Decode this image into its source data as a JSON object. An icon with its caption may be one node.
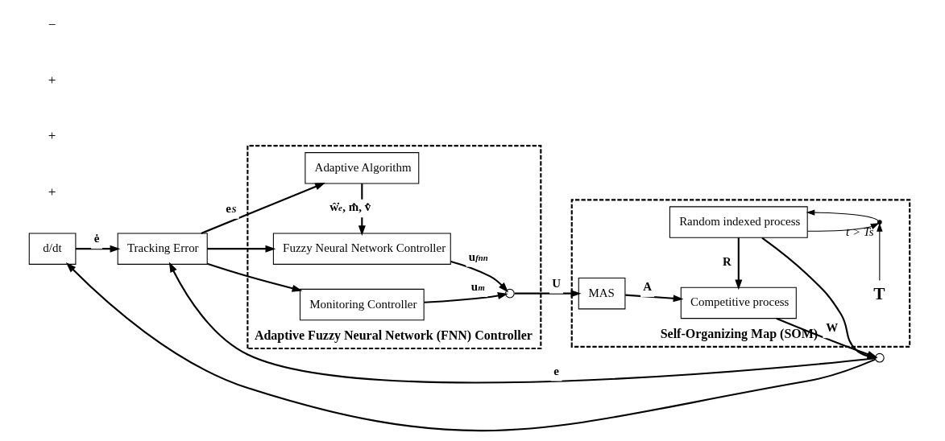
{
  "diagram": {
    "nodes": [
      {
        "text": [
          "Tracking Error"
        ]
      },
      {
        "text": [
          "d/dt"
        ]
      },
      {
        "text": [
          "Adaptive Fuzzy Neural Network (FNN) Controller"
        ]
      },
      {
        "text": [
          "Monitoring Controller"
        ],
        "in": 2
      },
      {
        "text": [],
        "shape": "circle",
        "in": 2
      },
      {
        "text": [
          "Adaptive Algorithm"
        ],
        "in": 2
      },
      {
        "text": [
          "Fuzzy Neural Network Controller"
        ],
        "in": 2
      },
      {
        "text": [
          "Self-Organizing Map (SOM)"
        ]
      },
      {
        "text": [
          "MAS"
        ],
        "in": 7
      },
      {
        "text": [
          "Competitive process"
        ],
        "in": 7
      },
      {
        "text": [],
        "shape": "circle"
      },
      {
        "text": [
          "Random indexed process"
        ],
        "in": 7
      },
      {
        "text": [],
        "shape": "switch",
        "in": 7,
        "beside": [
          "t > Ts"
        ]
      },
      {
        "text": [
          "T"
        ],
        "in": 7
      }
    ],
    "edges": [
      {
        "from": 0,
        "to": 3,
        "arrow": "to"
      },
      {
        "from": 0,
        "to": 5,
        "arrow": "to",
        "label": "e$_{S}$"
      },
      {
        "from": 0,
        "to": 6,
        "arrow": "to"
      },
      {
        "from": 5,
        "to": 6,
        "arrow": "to",
        "label": "ŵ̇$_{e}$, m̂̇, v̂̇"
      },
      {
        "from": 3,
        "to": 4,
        "arrow": "to",
        "label": "u$_{m}$"
      },
      {
        "from": 6,
        "to": 4,
        "arrow": "to",
        "label": "u$_{fnn}$"
      },
      {
        "from": 4,
        "to": 8,
        "arrow": "to",
        "label": "U"
      },
      {
        "from": 8,
        "to": 9,
        "arrow": "to",
        "label": "A"
      },
      {
        "from": 9,
        "to": 10,
        "arrow": "to",
        "label": "W"
      },
      {
        "from": 11,
        "to": 9,
        "arrow": "to",
        "label": "R"
      },
      {
        "from": 11,
        "to": 10,
        "arrow": "to"
      },
      {
        "from": 11,
        "to": 12,
        "arrow": "to"
      },
      {
        "from": 13,
        "to": 12,
        "arrow": "to"
      },
      {
        "from": 12,
        "to": 11,
        "arrow": "to"
      },
      {
        "from": 10,
        "to": 0,
        "arrow": "to",
        "label": "e"
      },
      {
        "from": 10,
        "to": 1,
        "arrow": "to"
      },
      {
        "from": 1,
        "to": 0,
        "arrow": "to",
        "label": "ė"
      }
    ],
    "labels": [
      "+",
      "+",
      "+",
      "−"
    ]
  }
}
